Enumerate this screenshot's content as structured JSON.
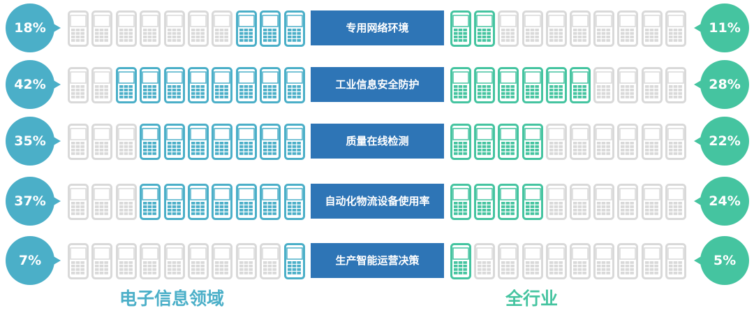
{
  "chart_data": {
    "type": "pictogram",
    "series": [
      {
        "name": "电子信息领域",
        "color": "#4bafc8"
      },
      {
        "name": "全行业",
        "color": "#45c4a0"
      }
    ],
    "icons_per_row": 10,
    "rows": [
      {
        "category": "专用网络环境",
        "left": "18%",
        "left_value": 18,
        "left_icons": 3,
        "right": "11%",
        "right_value": 11,
        "right_icons": 2
      },
      {
        "category": "工业信息安全防护",
        "left": "42%",
        "left_value": 42,
        "left_icons": 8,
        "right": "28%",
        "right_value": 28,
        "right_icons": 6
      },
      {
        "category": "质量在线检测",
        "left": "35%",
        "left_value": 35,
        "left_icons": 7,
        "right": "22%",
        "right_value": 22,
        "right_icons": 4
      },
      {
        "category": "自动化物流设备使用率",
        "left": "37%",
        "left_value": 37,
        "left_icons": 7,
        "right": "24%",
        "right_value": 24,
        "right_icons": 4
      },
      {
        "category": "生产智能运营决策",
        "left": "7%",
        "left_value": 7,
        "left_icons": 1,
        "right": "5%",
        "right_value": 5,
        "right_icons": 1
      }
    ],
    "empty_color": "#d9d9d9"
  },
  "footer": {
    "left": "电子信息领域",
    "right": "全行业"
  }
}
